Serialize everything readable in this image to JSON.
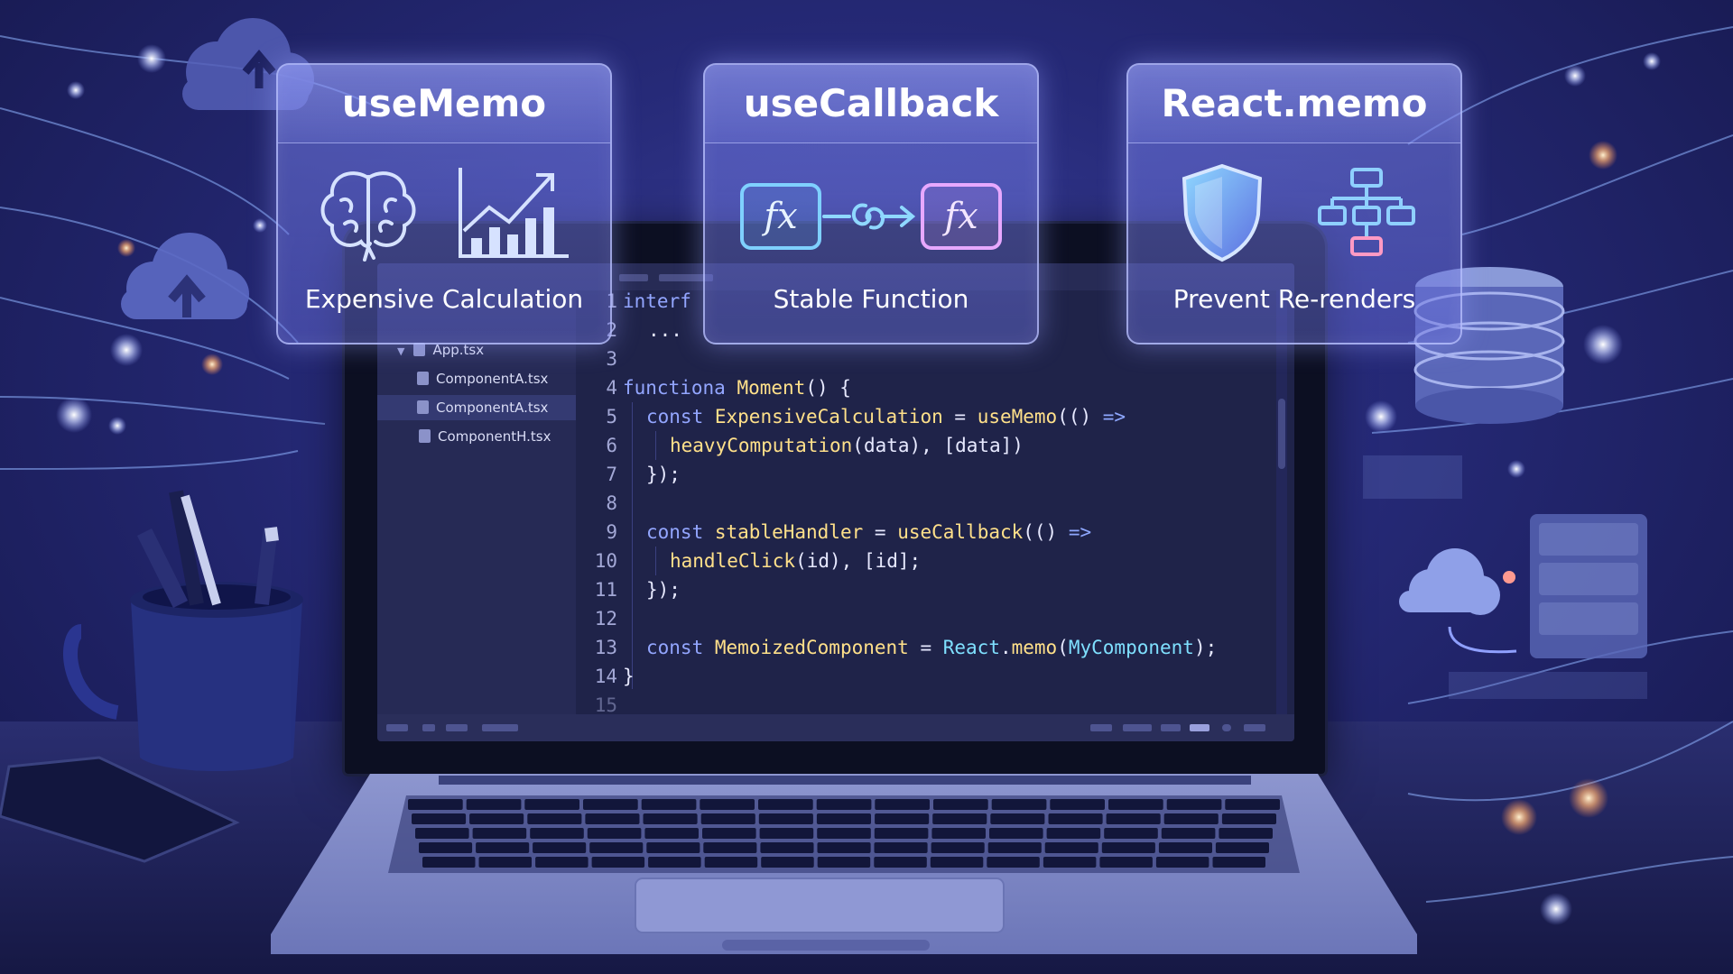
{
  "cards": [
    {
      "title": "useMemo",
      "caption": "Expensive Calculation",
      "icons": [
        "brain-icon",
        "chart-up-icon"
      ]
    },
    {
      "title": "useCallback",
      "caption": "Stable Function",
      "icons": [
        "function-icon",
        "link-icon",
        "function-icon"
      ],
      "fx_text": "fx"
    },
    {
      "title": "React.memo",
      "caption": "Prevent Re-renders",
      "icons": [
        "shield-icon",
        "hierarchy-icon"
      ]
    }
  ],
  "file_tree": {
    "items": [
      "App.tsx",
      "ComponentA.tsx",
      "ComponentA.tsx",
      "ComponentH.tsx"
    ],
    "selected_index": 2
  },
  "editor": {
    "line_numbers": [
      "1",
      "2",
      "3",
      "4",
      "5",
      "6",
      "7",
      "8",
      "9",
      "10",
      "11",
      "12",
      "13",
      "14",
      "15"
    ],
    "line1": {
      "kw": "interf"
    },
    "line2": {
      "text": "..."
    },
    "line4": {
      "kw": "functiona",
      "fn": "Moment",
      "rest": "() {"
    },
    "line5": {
      "kw": "const",
      "var": "ExpensiveCalculation",
      "eq": " = ",
      "fn": "useMemo",
      "rest": "(() ",
      "arrow": "=>"
    },
    "line6": {
      "fn": "heavyComputation",
      "rest": "(data), [data])"
    },
    "line7": {
      "text": "});"
    },
    "line9": {
      "kw": "const",
      "var": "stableHandler",
      "eq": " = ",
      "fn": "useCallback",
      "rest": "(() ",
      "arrow": "=>"
    },
    "line10": {
      "fn": "handleClick",
      "rest": "(id), [id];"
    },
    "line11": {
      "text": "});"
    },
    "line13": {
      "kw": "const",
      "var": "MemoizedComponent",
      "eq": " = ",
      "obj": "React",
      "dot": ".",
      "fn": "memo",
      "open": "(",
      "arg": "MyComponent",
      "close": ");"
    },
    "line14": {
      "text": "}"
    }
  },
  "colors": {
    "keyword": "#93a6ff",
    "function": "#ffe08a",
    "type": "#7fe0ff",
    "card_border": "#bec6ff"
  }
}
